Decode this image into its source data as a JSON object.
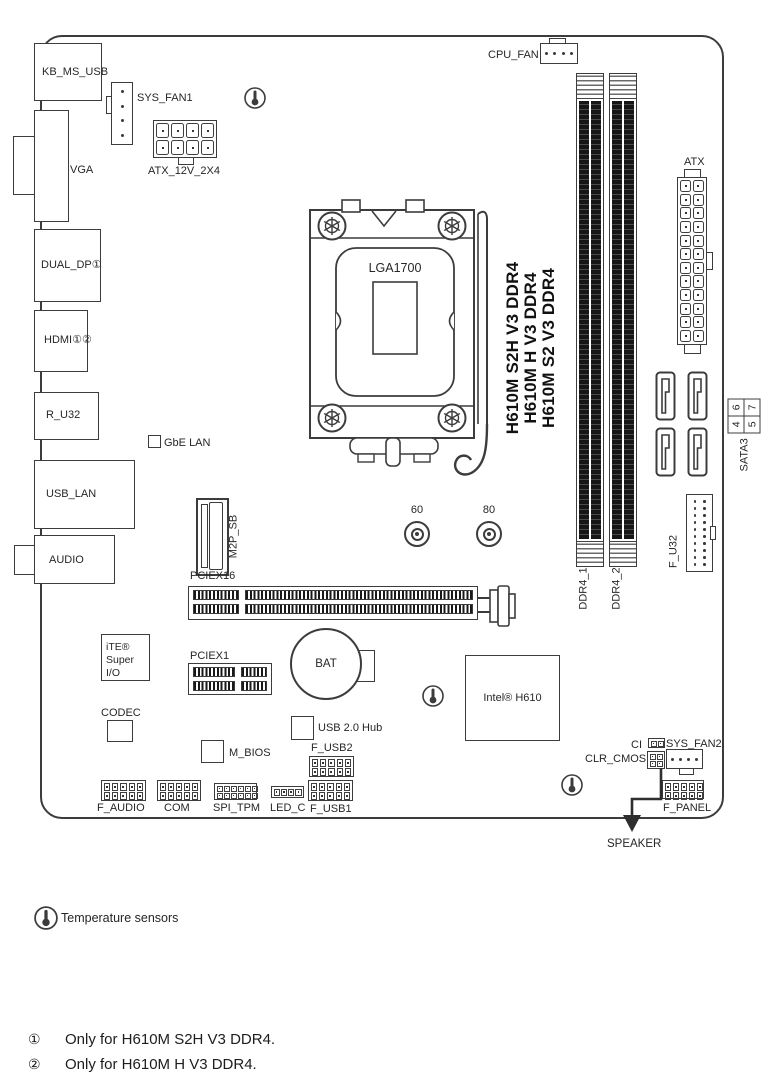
{
  "models": [
    "H610M S2H V3 DDR4",
    "H610M H V3 DDR4",
    "H610M S2 V3 DDR4"
  ],
  "socket": "LGA1700",
  "rear_io": {
    "kb_ms_usb": "KB_MS_USB",
    "vga": "VGA",
    "dual_dp": "DUAL_DP①",
    "hdmi": "HDMI①②",
    "r_u32": "R_U32",
    "usb_lan": "USB_LAN",
    "audio": "AUDIO"
  },
  "power": {
    "atx_12v": "ATX_12V_2X4",
    "atx": "ATX"
  },
  "fans": {
    "cpu_fan": "CPU_FAN",
    "sys_fan1": "SYS_FAN1",
    "sys_fan2": "SYS_FAN2"
  },
  "memory": {
    "ddr4_1": "DDR4_1",
    "ddr4_2": "DDR4_2"
  },
  "storage": {
    "m2": "M2P_SB",
    "sata_label": "SATA3",
    "sata_ports": [
      [
        "4",
        "6"
      ],
      [
        "5",
        "7"
      ]
    ]
  },
  "slots": {
    "pciex16": "PCIEX16",
    "pciex1": "PCIEX1"
  },
  "chips": {
    "gbe_lan": "GbE LAN",
    "ite_line1": "iTE®",
    "ite_line2": "Super I/O",
    "codec": "CODEC",
    "pch": "Intel® H610",
    "usb_hub": "USB 2.0 Hub",
    "m_bios": "M_BIOS",
    "bat": "BAT"
  },
  "headers": {
    "f_u32": "F_U32",
    "f_usb1": "F_USB1",
    "f_usb2": "F_USB2",
    "f_audio": "F_AUDIO",
    "com": "COM",
    "spi_tpm": "SPI_TPM",
    "led_c": "LED_C",
    "f_panel": "F_PANEL",
    "clr_cmos": "CLR_CMOS",
    "ci": "CI",
    "speaker": "SPEAKER"
  },
  "standoffs": {
    "s60": "60",
    "s80": "80"
  },
  "legend": {
    "temperature": "Temperature sensors"
  },
  "footnotes": [
    {
      "sym": "①",
      "text": "Only for H610M S2H V3 DDR4."
    },
    {
      "sym": "②",
      "text": "Only for H610M H V3 DDR4."
    }
  ]
}
